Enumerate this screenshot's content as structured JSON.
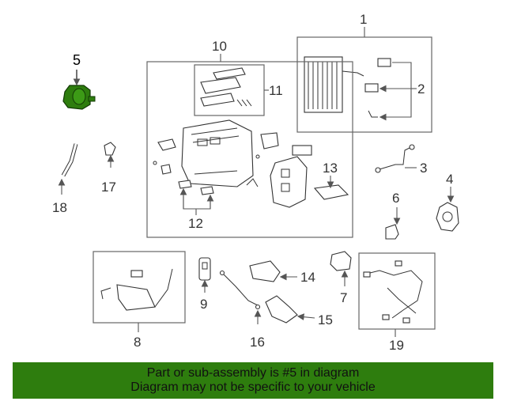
{
  "diagram": {
    "callouts": [
      "1",
      "2",
      "3",
      "4",
      "5",
      "6",
      "7",
      "8",
      "9",
      "10",
      "11",
      "12",
      "13",
      "14",
      "15",
      "16",
      "17",
      "18",
      "19"
    ],
    "highlighted_part": "5",
    "highlight_color": "#2e7d0e"
  },
  "banner": {
    "line1": "Part or sub-assembly is #5 in diagram",
    "line2": "Diagram may not be specific to your vehicle",
    "color": "#2e7d0e"
  }
}
